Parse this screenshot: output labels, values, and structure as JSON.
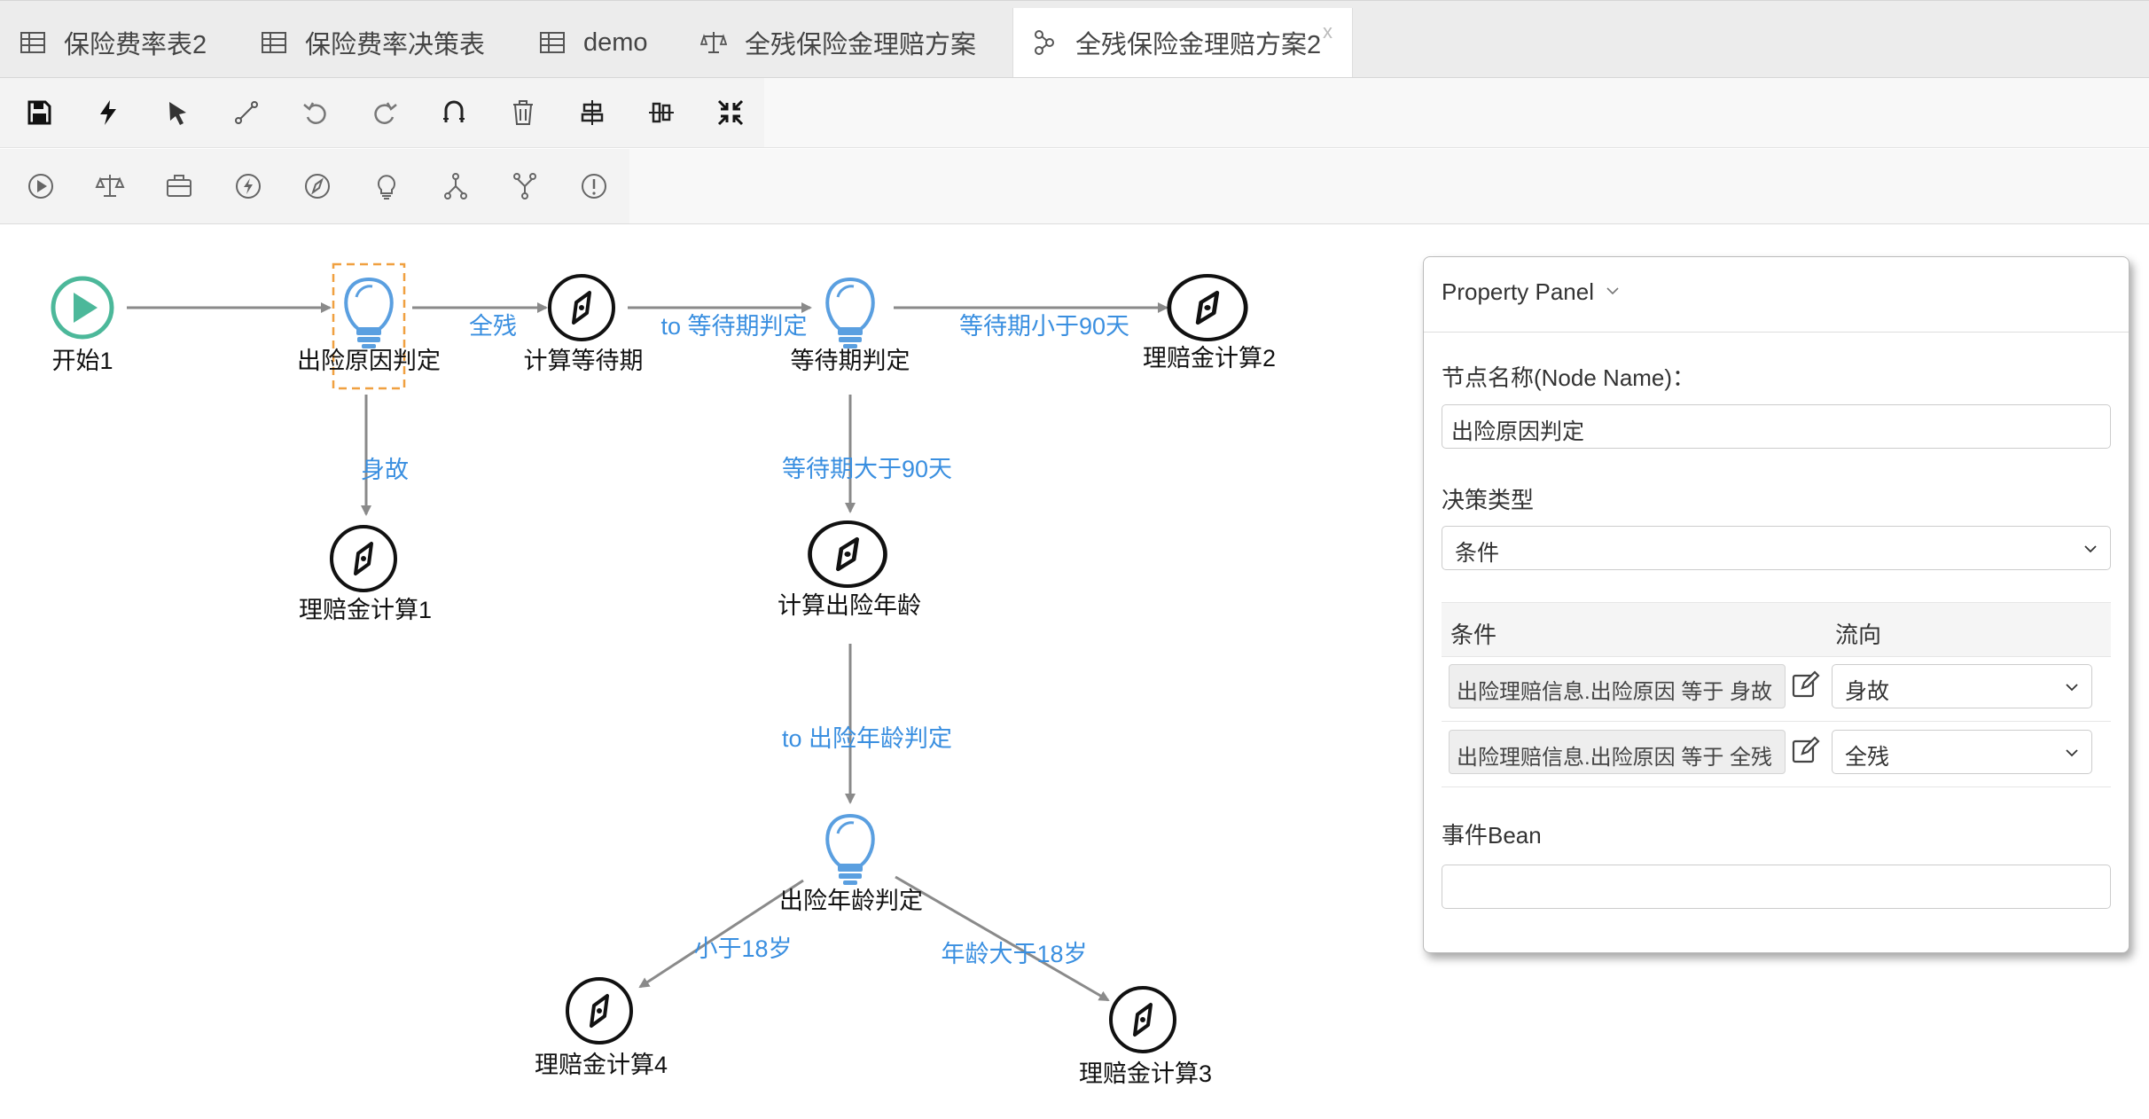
{
  "tabs": [
    {
      "label": "保险费率表2",
      "icon": "table-icon",
      "active": false
    },
    {
      "label": "保险费率决策表",
      "icon": "table-icon",
      "active": false
    },
    {
      "label": "demo",
      "icon": "table-icon",
      "active": false
    },
    {
      "label": "全残保险金理赔方案",
      "icon": "scale-icon",
      "active": false
    },
    {
      "label": "全残保险金理赔方案2",
      "icon": "flow-icon",
      "active": true,
      "close": "x"
    }
  ],
  "toolbar1": [
    "save-icon",
    "lightning-icon",
    "pointer-icon",
    "connection-icon",
    "undo-icon",
    "redo-icon",
    "magnet-icon",
    "trash-icon",
    "align-center-icon",
    "align-middle-icon",
    "compress-icon"
  ],
  "toolbar2": [
    "start-node-icon",
    "scale-icon",
    "briefcase-icon",
    "lightning-circle-icon",
    "compass-icon",
    "bulb-icon",
    "fork-icon",
    "join-icon",
    "alert-icon"
  ],
  "flow": {
    "nodes": {
      "start": {
        "label": "开始1",
        "type": "start"
      },
      "d1": {
        "label": "出险原因判定",
        "type": "decision"
      },
      "c_wait": {
        "label": "计算等待期",
        "type": "script"
      },
      "d2": {
        "label": "等待期判定",
        "type": "decision"
      },
      "c2": {
        "label": "理赔金计算2",
        "type": "script"
      },
      "c1": {
        "label": "理赔金计算1",
        "type": "script"
      },
      "c_age": {
        "label": "计算出险年龄",
        "type": "script"
      },
      "d3": {
        "label": "出险年龄判定",
        "type": "decision"
      },
      "c4": {
        "label": "理赔金计算4",
        "type": "script"
      },
      "c3": {
        "label": "理赔金计算3",
        "type": "script"
      }
    },
    "edges": {
      "e_quancan": "全残",
      "e_to_wait": "to 等待期判定",
      "e_lt90": "等待期小于90天",
      "e_shengu": "身故",
      "e_gt90": "等待期大于90天",
      "e_to_age": "to 出险年龄判定",
      "e_lt18": "小于18岁",
      "e_gt18": "年龄大于18岁"
    }
  },
  "panel": {
    "title": "Property Panel",
    "node_name_label": "节点名称(Node Name)：",
    "node_name_value": "出险原因判定",
    "decision_type_label": "决策类型",
    "decision_type_value": "条件",
    "table": {
      "col_condition": "条件",
      "col_direction": "流向",
      "rows": [
        {
          "condition": "出险理赔信息.出险原因 等于 身故",
          "direction": "身故"
        },
        {
          "condition": "出险理赔信息.出险原因 等于 全残",
          "direction": "全残"
        }
      ]
    },
    "event_bean_label": "事件Bean",
    "event_bean_value": ""
  },
  "colors": {
    "accent": "#3a8fe0",
    "start_node": "#4cb89a",
    "decision": "#5a9fe0",
    "selection": "#f0a040"
  }
}
